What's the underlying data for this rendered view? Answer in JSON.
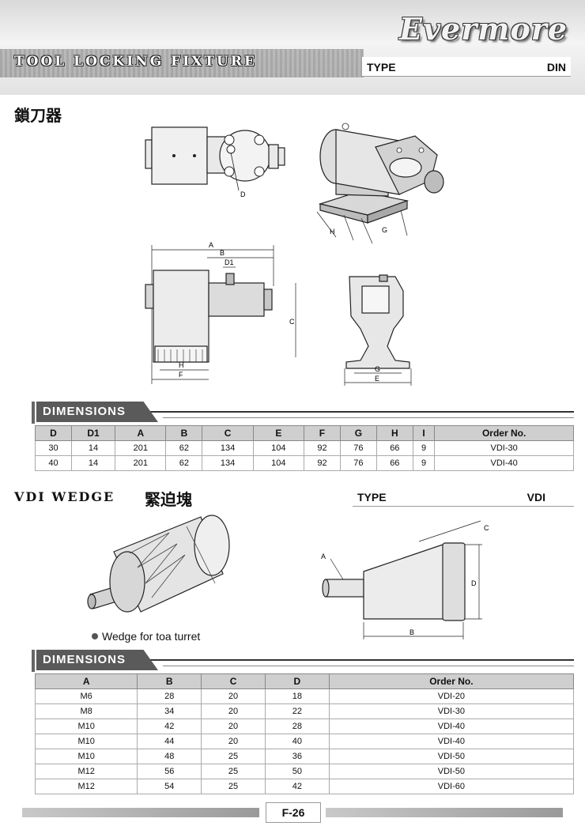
{
  "header": {
    "section_title": "TOOL LOCKING FIXTURE",
    "brand": "Evermore",
    "type_label": "TYPE",
    "type_value": "DIN"
  },
  "section1": {
    "chinese_title": "鎖刀器",
    "dim_labels": {
      "A": "A",
      "B": "B",
      "C": "C",
      "D": "D",
      "D1": "D1",
      "E": "E",
      "F": "F",
      "G": "G",
      "H": "H"
    },
    "dimensions_label": "DIMENSIONS",
    "table": {
      "headers": [
        "D",
        "D1",
        "A",
        "B",
        "C",
        "E",
        "F",
        "G",
        "H",
        "I",
        "Order No."
      ],
      "rows": [
        [
          "30",
          "14",
          "201",
          "62",
          "134",
          "104",
          "92",
          "76",
          "66",
          "9",
          "VDI-30"
        ],
        [
          "40",
          "14",
          "201",
          "62",
          "134",
          "104",
          "92",
          "76",
          "66",
          "9",
          "VDI-40"
        ]
      ]
    }
  },
  "section2": {
    "title": "VDI WEDGE",
    "chinese_title": "緊迫塊",
    "type_label": "TYPE",
    "type_value": "VDI",
    "caption": "Wedge for toa turret",
    "dim_labels": {
      "A": "A",
      "B": "B",
      "C": "C",
      "D": "D"
    },
    "dimensions_label": "DIMENSIONS",
    "table": {
      "headers": [
        "A",
        "B",
        "C",
        "D",
        "Order No."
      ],
      "rows": [
        [
          "M6",
          "28",
          "20",
          "18",
          "VDI-20"
        ],
        [
          "M8",
          "34",
          "20",
          "22",
          "VDI-30"
        ],
        [
          "M10",
          "42",
          "20",
          "28",
          "VDI-40"
        ],
        [
          "M10",
          "44",
          "20",
          "40",
          "VDI-40"
        ],
        [
          "M10",
          "48",
          "25",
          "36",
          "VDI-50"
        ],
        [
          "M12",
          "56",
          "25",
          "50",
          "VDI-50"
        ],
        [
          "M12",
          "54",
          "25",
          "42",
          "VDI-60"
        ]
      ]
    }
  },
  "footer": {
    "page_number": "F-26"
  }
}
